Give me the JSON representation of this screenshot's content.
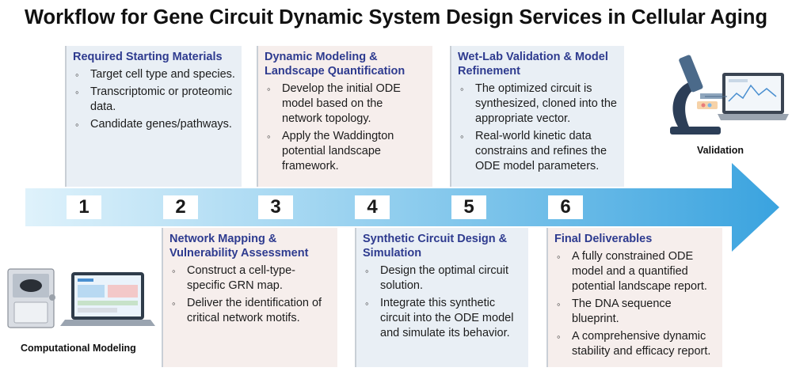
{
  "title": "Workflow for Gene Circuit Dynamic System Design Services in Cellular Aging",
  "steps": [
    {
      "number": "1",
      "heading": "Required Starting Materials",
      "bullets": [
        "Target cell type and species.",
        "Transcriptomic or proteomic data.",
        "Candidate genes/pathways."
      ]
    },
    {
      "number": "2",
      "heading": "Network Mapping & Vulnerability Assessment",
      "bullets": [
        "Construct a cell-type-specific GRN map.",
        "Deliver the identification of critical network motifs."
      ]
    },
    {
      "number": "3",
      "heading": "Dynamic Modeling & Landscape Quantification",
      "bullets": [
        "Develop the initial ODE model based on the network topology.",
        "Apply the Waddington potential landscape framework."
      ]
    },
    {
      "number": "4",
      "heading": "Synthetic Circuit Design & Simulation",
      "bullets": [
        "Design the optimal circuit solution.",
        "Integrate this synthetic circuit into the ODE model and simulate its behavior."
      ]
    },
    {
      "number": "5",
      "heading": "Wet-Lab Validation & Model Refinement",
      "bullets": [
        "The optimized circuit is synthesized, cloned into the appropriate vector.",
        "Real-world kinetic data constrains and refines the ODE model parameters."
      ]
    },
    {
      "number": "6",
      "heading": "Final Deliverables",
      "bullets": [
        "A fully constrained ODE model and a quantified potential landscape report.",
        "The DNA sequence blueprint.",
        "A comprehensive dynamic stability and efficacy report."
      ]
    }
  ],
  "captions": {
    "left": "Computational Modeling",
    "right": "Validation"
  },
  "colors": {
    "arrow_light": "#d2ecf8",
    "arrow_dark": "#3aa3df",
    "heading": "#2e3b8f",
    "box_blue": "#e9eff5",
    "box_pink": "#f6eeec"
  },
  "icons": [
    "instrument-icon",
    "laptop-icon",
    "microscope-icon"
  ]
}
